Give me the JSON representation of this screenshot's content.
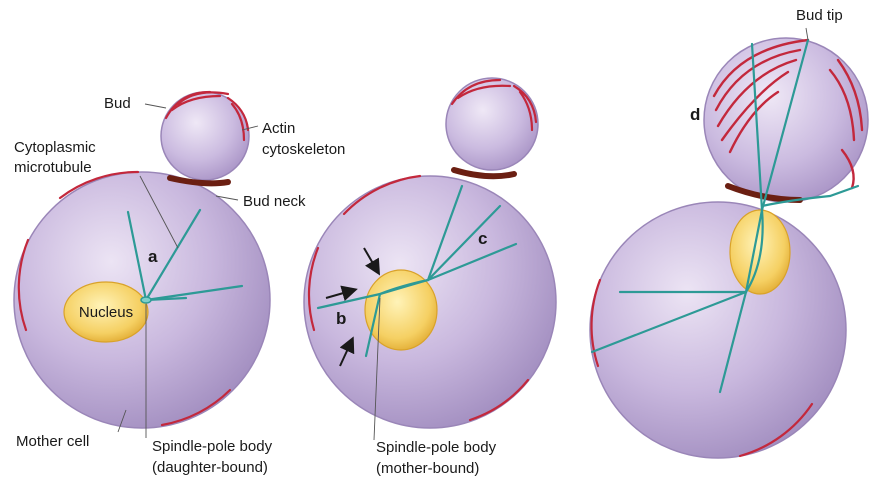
{
  "labels": {
    "bud": "Bud",
    "actin_line1": "Actin",
    "actin_line2": "cytoskeleton",
    "cyto_line1": "Cytoplasmic",
    "cyto_line2": "microtubule",
    "bud_neck": "Bud neck",
    "nucleus": "Nucleus",
    "mother_cell": "Mother cell",
    "spb_daughter_line1": "Spindle-pole body",
    "spb_daughter_line2": "(daughter-bound)",
    "spb_mother_line1": "Spindle-pole body",
    "spb_mother_line2": "(mother-bound)",
    "bud_tip": "Bud tip"
  },
  "panel_letters": {
    "a": "a",
    "b": "b",
    "c": "c",
    "d": "d"
  },
  "colors": {
    "cell_fill": "#c9b8de",
    "cell_shade": "#a894c4",
    "cell_outline": "#9a86b8",
    "actin": "#c3283c",
    "microtubule": "#2d9a96",
    "nucleus_fill": "#f7d36a",
    "nucleus_edge": "#d9a22a",
    "bud_neck": "#6b1f12",
    "arrow": "#1a1a1a"
  }
}
